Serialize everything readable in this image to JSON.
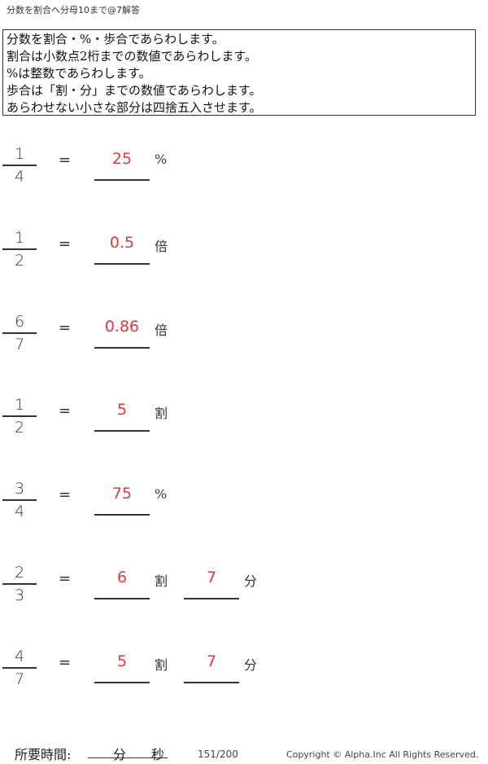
{
  "title": "分数を割合へ分母10まで@7解答",
  "instructions": [
    "分数を割合・%・歩合であらわします。",
    "割合は小数点2桁までの数値であらわします。",
    "%は整数であらわします。",
    "歩合は「割・分」までの数値であらわします。",
    "あらわせない小さな部分は四捨五入させます。"
  ],
  "equals_sign": "=",
  "problems": [
    {
      "numerator": "1",
      "denominator": "4",
      "answer1": "25",
      "unit1": "%"
    },
    {
      "numerator": "1",
      "denominator": "2",
      "answer1": "0.5",
      "unit1": "倍"
    },
    {
      "numerator": "6",
      "denominator": "7",
      "answer1": "0.86",
      "unit1": "倍"
    },
    {
      "numerator": "1",
      "denominator": "2",
      "answer1": "5",
      "unit1": "割"
    },
    {
      "numerator": "3",
      "denominator": "4",
      "answer1": "75",
      "unit1": "%"
    },
    {
      "numerator": "2",
      "denominator": "3",
      "answer1": "6",
      "unit1": "割",
      "answer2": "7",
      "unit2": "分"
    },
    {
      "numerator": "4",
      "denominator": "7",
      "answer1": "5",
      "unit1": "割",
      "answer2": "7",
      "unit2": "分"
    }
  ],
  "footer": {
    "time_label": "所要時間:",
    "minutes": "分",
    "seconds": "秒",
    "page": "151/200",
    "copyright": "Copyright ©  Alpha.Inc All Rights Reserved."
  },
  "colors": {
    "answer": "#e23a3a",
    "text": "#222222"
  }
}
